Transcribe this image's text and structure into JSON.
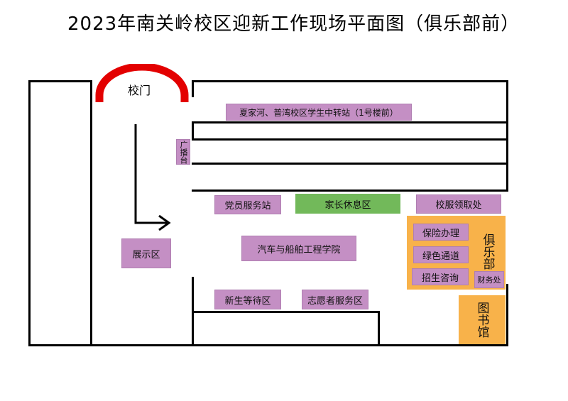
{
  "title": "2023年南关岭校区迎新工作现场平面图（俱乐部前）",
  "gate": {
    "label": "校门"
  },
  "stations": {
    "transfer": "夏家河、普湾校区学生中转站（1号楼前）",
    "broadcast": "广播台",
    "party": "党员服务站",
    "parents": "家长休息区",
    "uniform": "校服领取处",
    "college": "汽车与船舶工程学院",
    "exhibit": "展示区",
    "waiting": "新生等待区",
    "volunteer": "志愿者服务区",
    "insurance": "保险办理",
    "green_channel": "绿色通道",
    "enrollment": "招生咨询",
    "finance": "财务处"
  },
  "buildings": {
    "club": "俱乐部",
    "library": "图书馆"
  },
  "colors": {
    "purple": "#c48fc4",
    "green": "#72b95a",
    "orange": "#f8b24a",
    "gate_red": "#e30000"
  }
}
